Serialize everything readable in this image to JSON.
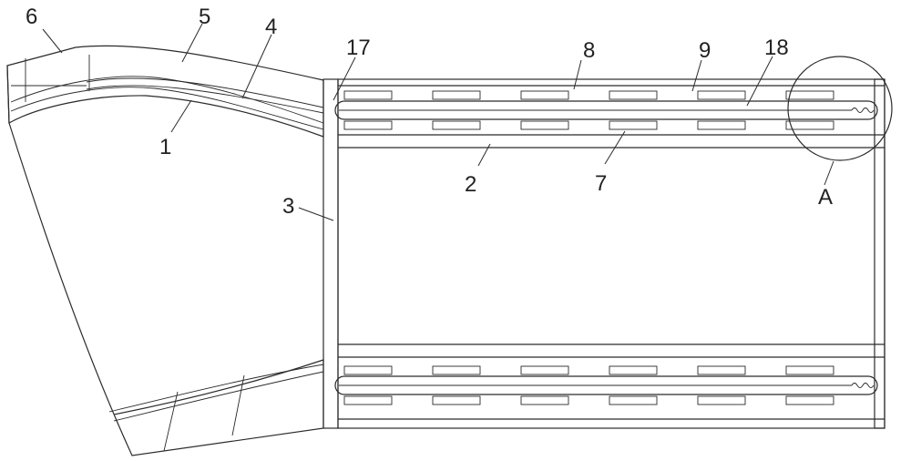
{
  "labels": {
    "l1": "1",
    "l2": "2",
    "l3": "3",
    "l4": "4",
    "l5": "5",
    "l6": "6",
    "l7": "7",
    "l8": "8",
    "l9": "9",
    "l17": "17",
    "l18": "18",
    "lA": "A"
  }
}
